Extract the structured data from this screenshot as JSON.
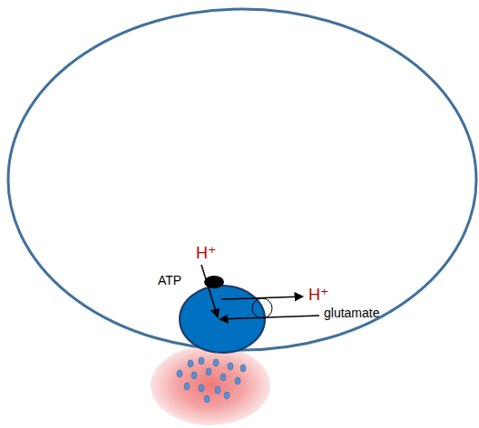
{
  "diagram": {
    "labels": [
      "H⁺",
      "ATP",
      "H⁺",
      "glutamate"
    ]
  }
}
